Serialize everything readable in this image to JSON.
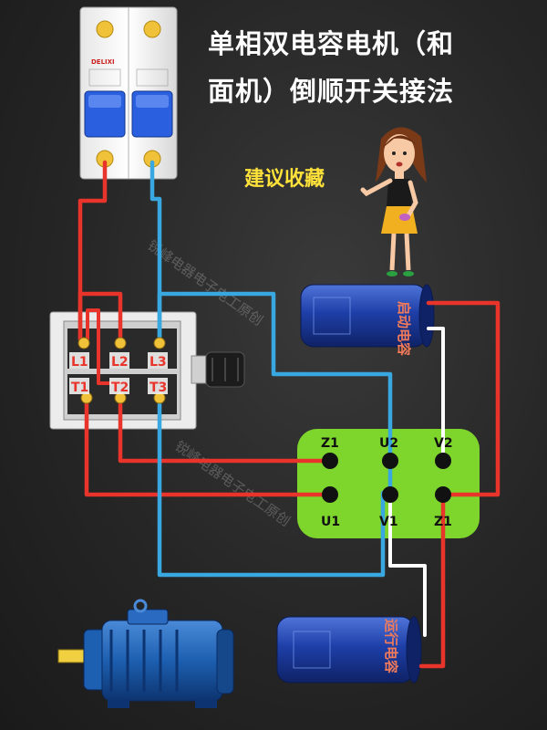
{
  "title_line1": "单相双电容电机（和",
  "title_line2": "面机）倒顺开关接法",
  "tip": "建议收藏",
  "watermark": "锐峰电器电子电工原创",
  "breaker_brand": "DELIXI",
  "switch_top_labels": [
    "L1",
    "L2",
    "L3"
  ],
  "switch_bottom_labels": [
    "T1",
    "T2",
    "T3"
  ],
  "motor_top_labels": [
    "Z1",
    "U2",
    "V2"
  ],
  "motor_bottom_labels": [
    "U1",
    "V1",
    "Z1"
  ],
  "start_capacitor_label": "启动电容",
  "run_capacitor_label": "运行电容",
  "colors": {
    "live": "#e8342a",
    "neutral": "#3aa8e0",
    "cap": "#ffffff",
    "terminal_plate": "#7ed62c",
    "capacitor": "#1e3fa8",
    "breaker_handle": "#2a5fe0"
  }
}
